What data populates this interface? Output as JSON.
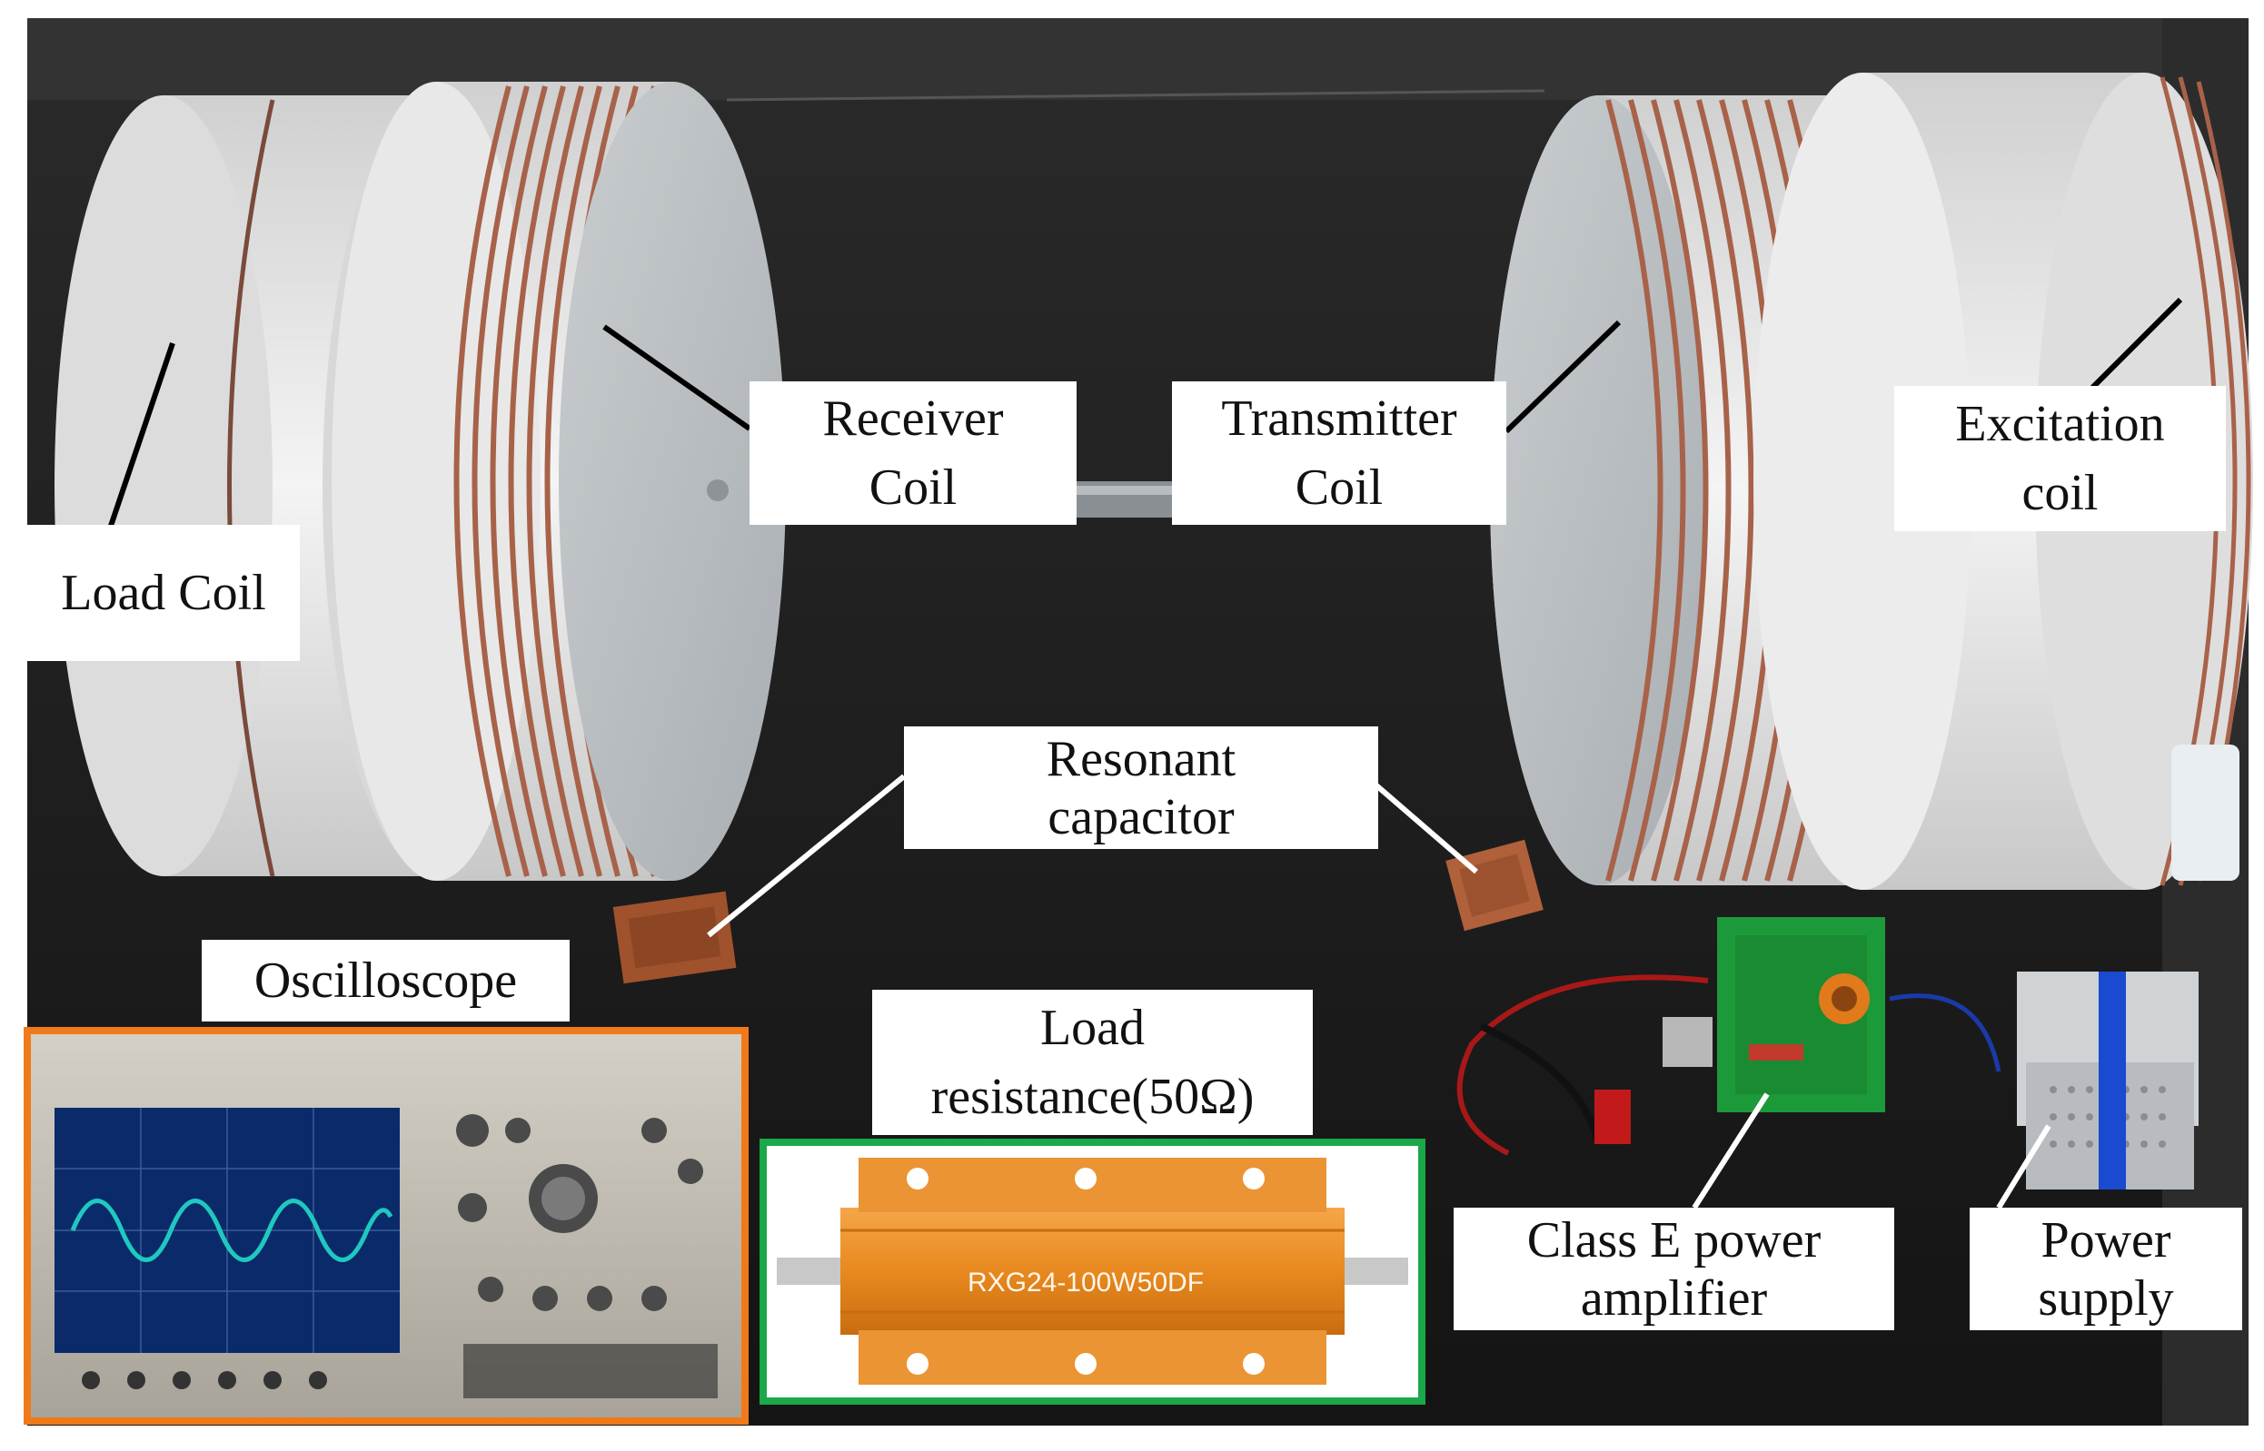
{
  "labels": {
    "load_coil": "Load Coil",
    "receiver_coil": [
      "Receiver",
      "Coil"
    ],
    "transmitter_coil": [
      "Transmitter",
      "Coil"
    ],
    "excitation_coil": [
      "Excitation",
      "coil"
    ],
    "resonant_capacitor": [
      "Resonant",
      "capacitor"
    ],
    "oscilloscope": "Oscilloscope",
    "load_resistance": [
      "Load",
      "resistance(50Ω)"
    ],
    "class_e_amplifier": [
      "Class E power",
      "amplifier"
    ],
    "power_supply": [
      "Power",
      "supply"
    ]
  },
  "resistor_marking": "RXG24-100W50DF",
  "colors": {
    "background": "#1a1a1a",
    "coil_form": "#e6e6e6",
    "copper_wire": "#a8624a",
    "oscilloscope_border": "#f07a1a",
    "resistor_border": "#1aa84a",
    "resistor_body": "#e8891f",
    "waveform": "#20c8c0",
    "pcb": "#1c9a3a"
  }
}
